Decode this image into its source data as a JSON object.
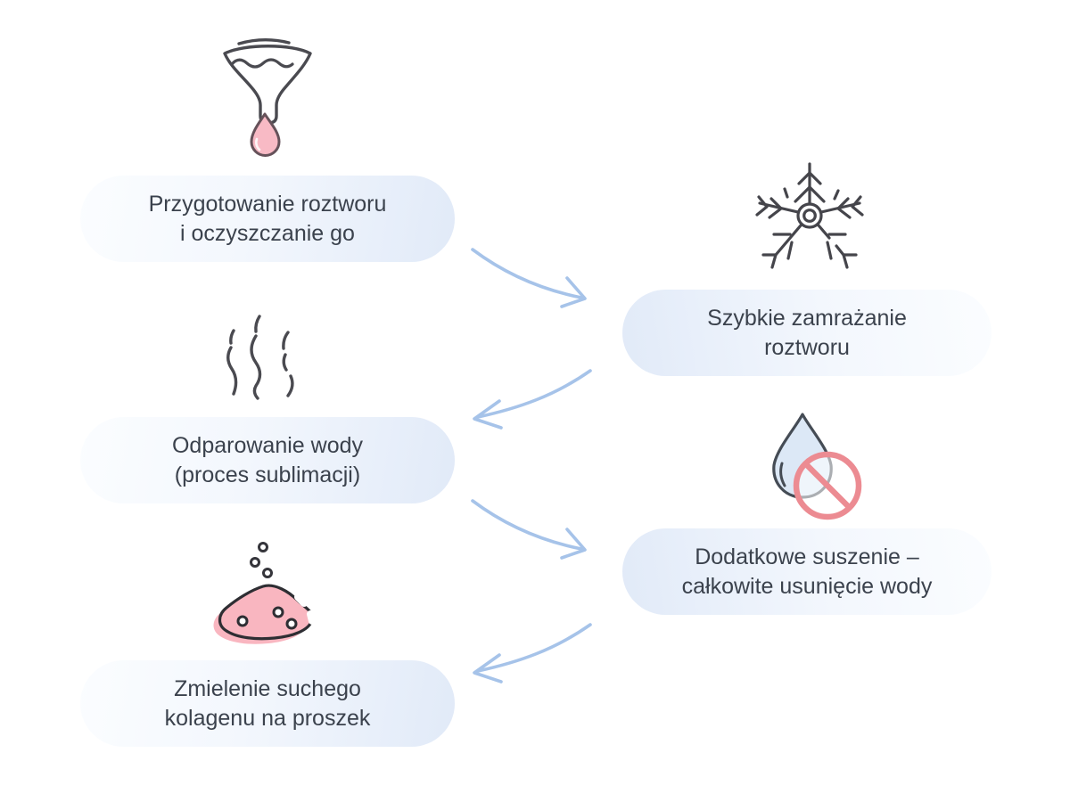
{
  "steps": [
    {
      "id": 1,
      "side": "left",
      "icon": "funnel-drip-icon",
      "label": "Przygotowanie roztworu\ni oczyszczanie go"
    },
    {
      "id": 2,
      "side": "right",
      "icon": "snowflake-icon",
      "label": "Szybkie zamrażanie\nroztworu"
    },
    {
      "id": 3,
      "side": "left",
      "icon": "steam-icon",
      "label": "Odparowanie wody\n(proces sublimacji)"
    },
    {
      "id": 4,
      "side": "right",
      "icon": "water-drop-ban-icon",
      "label": "Dodatkowe suszenie –\ncałkowite usunięcie wody"
    },
    {
      "id": 5,
      "side": "left",
      "icon": "powder-icon",
      "label": "Zmielenie suchego\nkolagenu na proszek"
    }
  ],
  "flow": [
    {
      "from": 1,
      "to": 2
    },
    {
      "from": 2,
      "to": 3
    },
    {
      "from": 3,
      "to": 4
    },
    {
      "from": 4,
      "to": 5
    }
  ],
  "colors": {
    "background": "#ffffff",
    "pill_gradient_from": "#fbfdff",
    "pill_gradient_to": "#e1eaf8",
    "text": "#3b424d",
    "arrow": "#a6c3e9",
    "icon_stroke_dark": "#4a4a50",
    "pink_fill": "#f8b7c2",
    "pink_drop_stroke": "#66525a",
    "ban_red": "#ec8b92",
    "water_drop_fill": "#dce8f6",
    "powder_outline": "#2e2e33"
  }
}
